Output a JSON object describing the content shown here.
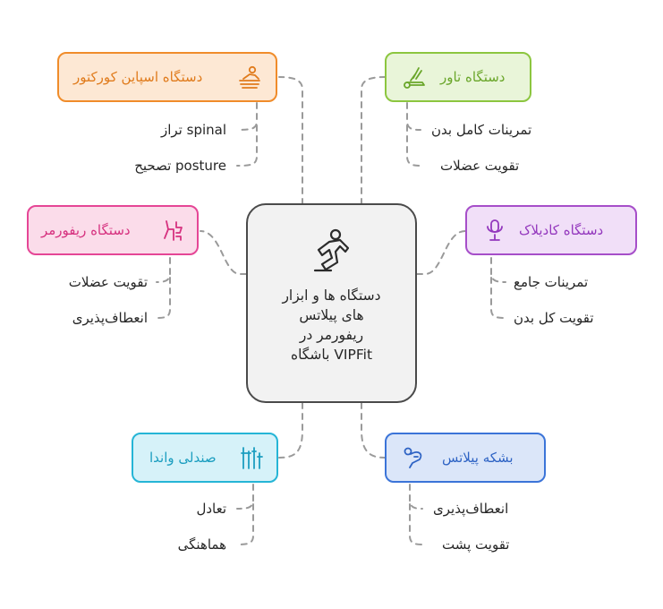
{
  "center": {
    "lines": [
      "دستگاه ها و ابزار",
      "های پیلاتس",
      "ریفورمر در",
      "VIPFit باشگاه"
    ],
    "icon": "stretching-figure-icon"
  },
  "nodes": [
    {
      "id": "spine-corrector",
      "label": "دستگاه اسپاین کورکتور",
      "icon": "massage-table-icon",
      "color": "#f08c2a",
      "fill": "#fde8d4",
      "leaves": [
        "spinal تراز",
        "posture تصحیح"
      ]
    },
    {
      "id": "tower",
      "label": "دستگاه تاور",
      "icon": "rowing-machine-icon",
      "color": "#8cc63f",
      "fill": "#e9f5d9",
      "leaves": [
        "تمرینات کامل بدن",
        "تقویت عضلات"
      ]
    },
    {
      "id": "reformer",
      "label": "دستگاه ریفورمر",
      "icon": "reformer-icon",
      "color": "#e54696",
      "fill": "#fbdcea",
      "leaves": [
        "تقویت عضلات",
        "انعطاف‌پذیری"
      ]
    },
    {
      "id": "cadillac",
      "label": "دستگاه کادیلاک",
      "icon": "microphone-stand-icon",
      "color": "#a64ec9",
      "fill": "#f1dff8",
      "leaves": [
        "تمرینات جامع",
        "تقویت کل بدن"
      ]
    },
    {
      "id": "wunda-chair",
      "label": "صندلی واندا",
      "icon": "bars-icon",
      "color": "#25b5d6",
      "fill": "#d6f2f9",
      "leaves": [
        "تعادل",
        "هماهنگی"
      ]
    },
    {
      "id": "pilates-barrel",
      "label": "بشکه پیلاتس",
      "icon": "flexible-arm-icon",
      "color": "#3b74d8",
      "fill": "#dbe6f9",
      "leaves": [
        "انعطاف‌پذیری",
        "تقویت پشت"
      ]
    }
  ]
}
